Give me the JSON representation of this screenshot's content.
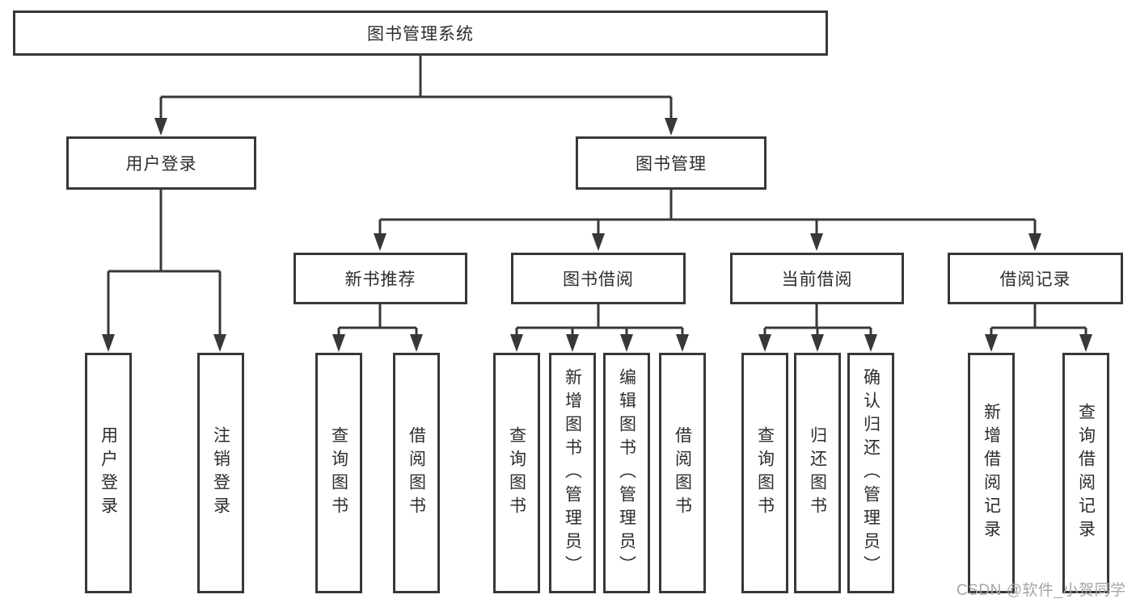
{
  "diagram": {
    "root": {
      "label": "图书管理系统"
    },
    "branches": [
      {
        "label": "用户登录",
        "children": [
          "用户登录",
          "注销登录"
        ]
      },
      {
        "label": "图书管理",
        "sections": [
          {
            "label": "新书推荐",
            "children": [
              "查询图书",
              "借阅图书"
            ]
          },
          {
            "label": "图书借阅",
            "children": [
              "查询图书",
              "新增图书（管理员）",
              "编辑图书（管理员）",
              "借阅图书"
            ]
          },
          {
            "label": "当前借阅",
            "children": [
              "查询图书",
              "归还图书",
              "确认归还（管理员）"
            ]
          },
          {
            "label": "借阅记录",
            "children": [
              "新增借阅记录",
              "查询借阅记录"
            ]
          }
        ]
      }
    ]
  },
  "watermark": "CSDN @软件_小贺同学",
  "colors": {
    "line": "#383838",
    "text": "#2d2d2d",
    "watermark": "#a6a6a6",
    "background": "#ffffff"
  }
}
